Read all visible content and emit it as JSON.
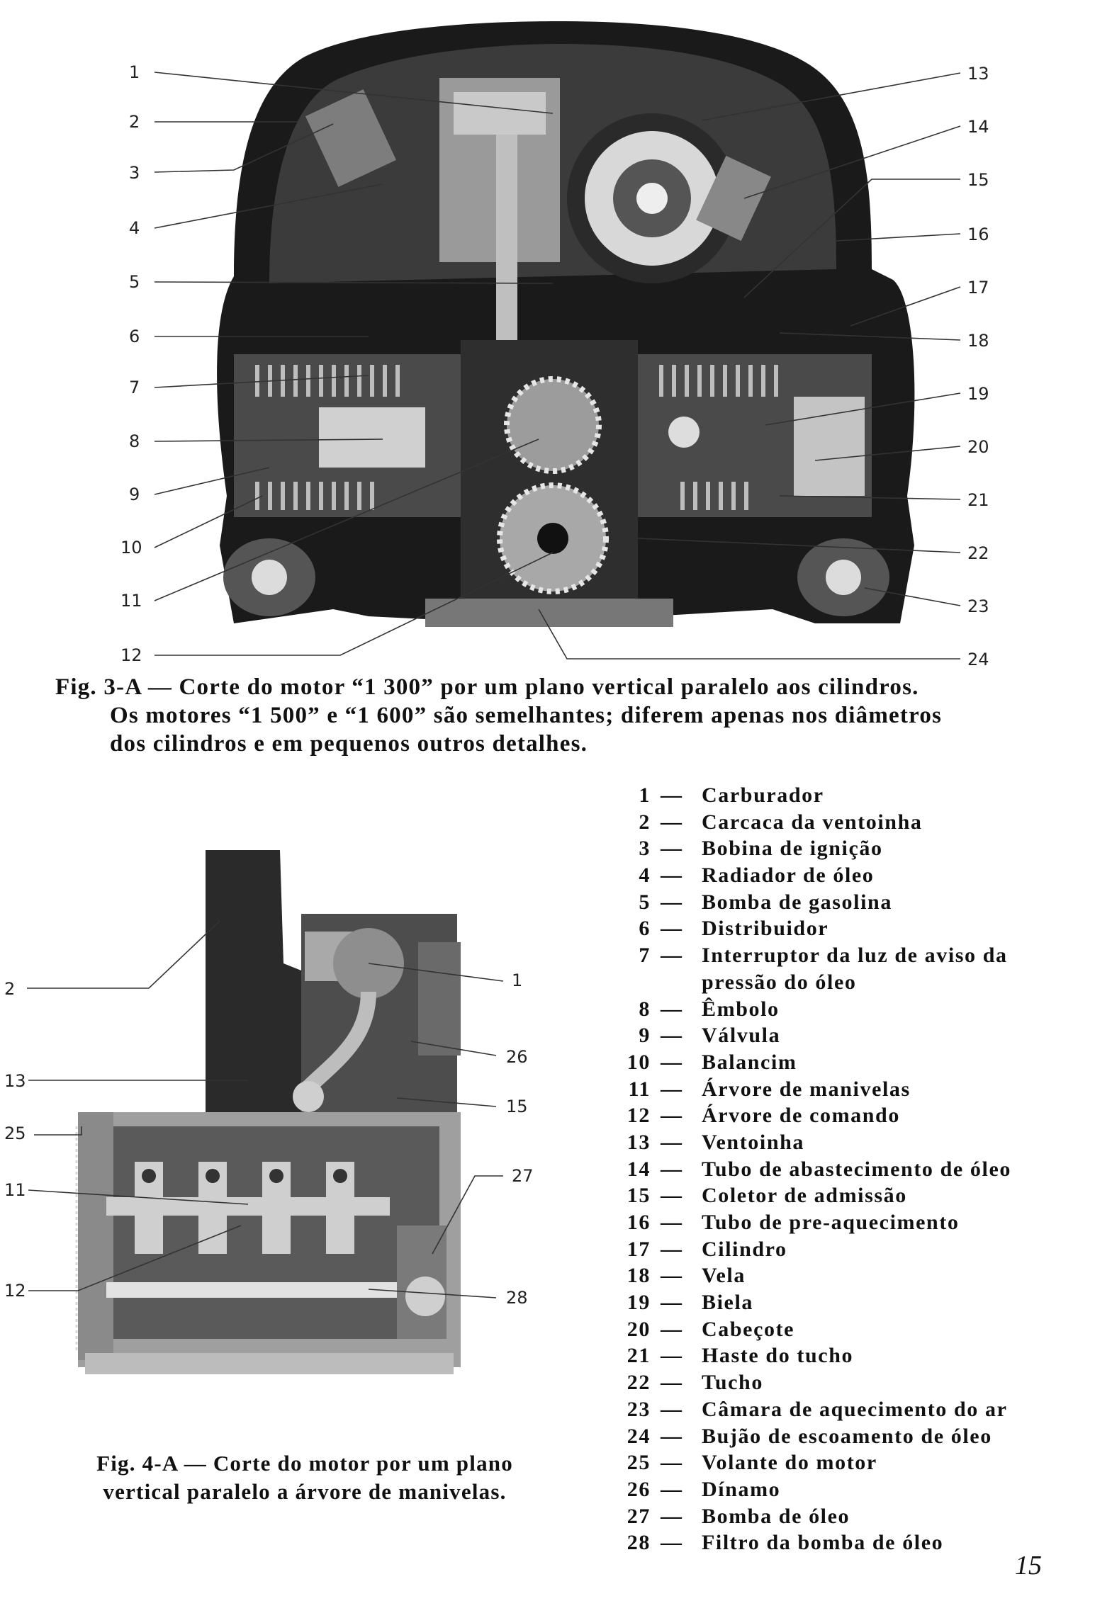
{
  "figure1": {
    "left_labels": [
      "1",
      "2",
      "3",
      "4",
      "5",
      "6",
      "7",
      "8",
      "9",
      "10",
      "11",
      "12"
    ],
    "right_labels": [
      "13",
      "14",
      "15",
      "16",
      "17",
      "18",
      "19",
      "20",
      "21",
      "22",
      "23",
      "24"
    ],
    "caption_lines": [
      "Fig. 3-A — Corte do motor “1 300” por um plano vertical paralelo aos cilindros.",
      "Os motores “1 500” e “1 600” são semelhantes; diferem apenas nos diâmetros",
      "dos cilindros e em pequenos outros detalhes."
    ]
  },
  "figure2": {
    "labels": [
      "2",
      "13",
      "25",
      "11",
      "12",
      "1",
      "26",
      "15",
      "27",
      "28"
    ],
    "caption_lines": [
      "Fig. 4-A — Corte do motor por um plano",
      "vertical paralelo a árvore de manivelas."
    ]
  },
  "legend": [
    {
      "num": "1",
      "text": "Carburador"
    },
    {
      "num": "2",
      "text": "Carcaca da ventoinha"
    },
    {
      "num": "3",
      "text": "Bobina de ignição"
    },
    {
      "num": "4",
      "text": "Radiador de óleo"
    },
    {
      "num": "5",
      "text": "Bomba de gasolina"
    },
    {
      "num": "6",
      "text": "Distribuidor"
    },
    {
      "num": "7",
      "text": "Interruptor da luz de aviso da pressão do óleo"
    },
    {
      "num": "8",
      "text": "Êmbolo"
    },
    {
      "num": "9",
      "text": "Válvula"
    },
    {
      "num": "10",
      "text": "Balancim"
    },
    {
      "num": "11",
      "text": "Árvore de manivelas"
    },
    {
      "num": "12",
      "text": "Árvore de comando"
    },
    {
      "num": "13",
      "text": "Ventoinha"
    },
    {
      "num": "14",
      "text": "Tubo de abastecimento de óleo"
    },
    {
      "num": "15",
      "text": "Coletor de admissão"
    },
    {
      "num": "16",
      "text": "Tubo de pre-aquecimento"
    },
    {
      "num": "17",
      "text": "Cilindro"
    },
    {
      "num": "18",
      "text": "Vela"
    },
    {
      "num": "19",
      "text": "Biela"
    },
    {
      "num": "20",
      "text": "Cabeçote"
    },
    {
      "num": "21",
      "text": "Haste do tucho"
    },
    {
      "num": "22",
      "text": "Tucho"
    },
    {
      "num": "23",
      "text": "Câmara de aquecimento do ar"
    },
    {
      "num": "24",
      "text": "Bujão de escoamento de óleo"
    },
    {
      "num": "25",
      "text": "Volante do motor"
    },
    {
      "num": "26",
      "text": "Dínamo"
    },
    {
      "num": "27",
      "text": "Bomba de óleo"
    },
    {
      "num": "28",
      "text": "Filtro da bomba de óleo"
    }
  ],
  "page_number": "15"
}
